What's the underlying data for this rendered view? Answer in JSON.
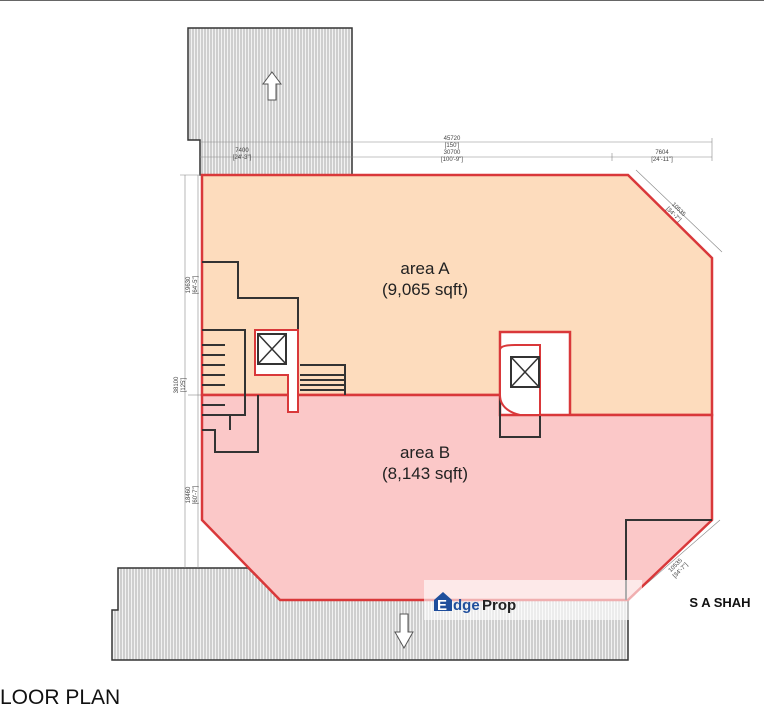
{
  "plan": {
    "title": "LOOR PLAN",
    "areas": [
      {
        "label": "area A",
        "size": "(9,065 sqft)",
        "color": "#fddcbd"
      },
      {
        "label": "area B",
        "size": "(8,143 sqft)",
        "color": "#fbc8c8"
      }
    ],
    "outline_color": "#d9383a",
    "dimensions": {
      "overall": "45720",
      "overall_imp": "[150']",
      "left_seg": "7400",
      "left_seg_imp": "[24'-3\"]",
      "mid_seg": "30700",
      "mid_seg_imp": "[100'-9\"]",
      "right_seg": "7604",
      "right_seg_imp": "[24'-11\"]",
      "diag_top": "10535",
      "diag_top_imp": "[34'-7\"]",
      "diag_bottom": "10535",
      "diag_bottom_imp": "[34'-7\"]",
      "height": "38100",
      "height_imp": "[125']",
      "upper_height": "19630",
      "upper_height_imp": "[64'-5\"]",
      "lower_height": "18460",
      "lower_height_imp": "[60'-7\"]"
    }
  },
  "watermark": {
    "brand_e": "E",
    "brand_dge": "dge",
    "brand_prop": "Prop",
    "agent": "S A SHAH",
    "brand_color": "#1f4e9c"
  }
}
